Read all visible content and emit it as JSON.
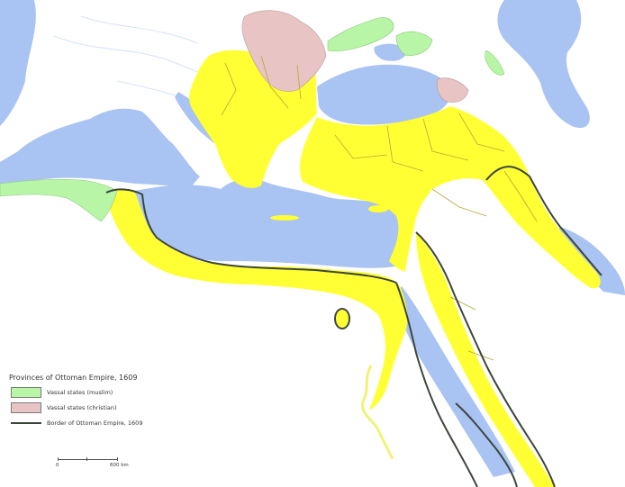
{
  "colors": {
    "water": "#a9c3f2",
    "land": "#ffffff",
    "ottoman": "#ffff33",
    "vassal_muslim": "#b8f5a6",
    "vassal_christian": "#e9c4c4",
    "border": "#3d463c",
    "river": "#9ab3ff"
  },
  "legend": {
    "title": "Provinces of Ottoman Empire, 1609",
    "items": [
      {
        "label": "Vassal states (muslim)",
        "swatch": "vassal_muslim"
      },
      {
        "label": "Vassal states (christian)",
        "swatch": "vassal_christian"
      },
      {
        "label": "Border of Ottoman Empire, 1609",
        "swatch": "border"
      }
    ],
    "scale": {
      "start": "0",
      "end": "600 km"
    }
  }
}
